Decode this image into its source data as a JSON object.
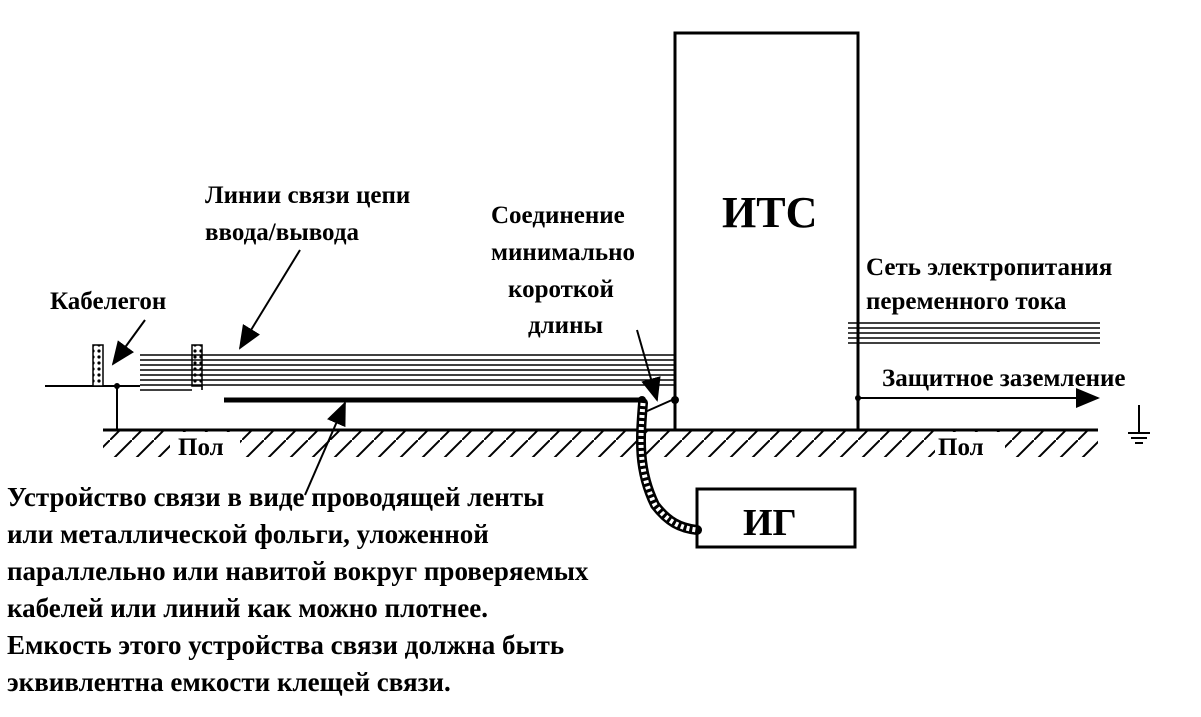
{
  "labels": {
    "its": "ИТС",
    "ig": "ИГ",
    "io_lines_1": "Линии связи цепи",
    "io_lines_2": "ввода/вывода",
    "connection_1": "Соединение",
    "connection_2": "минимально",
    "connection_3": "короткой",
    "connection_4": "длины",
    "cable_duct": "Кабелегон",
    "mains_1": "Сеть электропитания",
    "mains_2": "переменного тока",
    "protective_earth": "Защитное заземление",
    "floor_left": "Пол",
    "floor_right": "Пол",
    "note_lines": [
      "Устройство связи в виде проводящей ленты",
      "или металлической фольги, уложенной",
      "параллельно или навитой вокруг проверяемых",
      "кабелей или линий как можно плотнее.",
      "Емкость этого устройства связи должна быть",
      "эквивлентна емкости клещей связи."
    ]
  },
  "colors": {
    "ink": "#000000",
    "background": "#ffffff"
  }
}
